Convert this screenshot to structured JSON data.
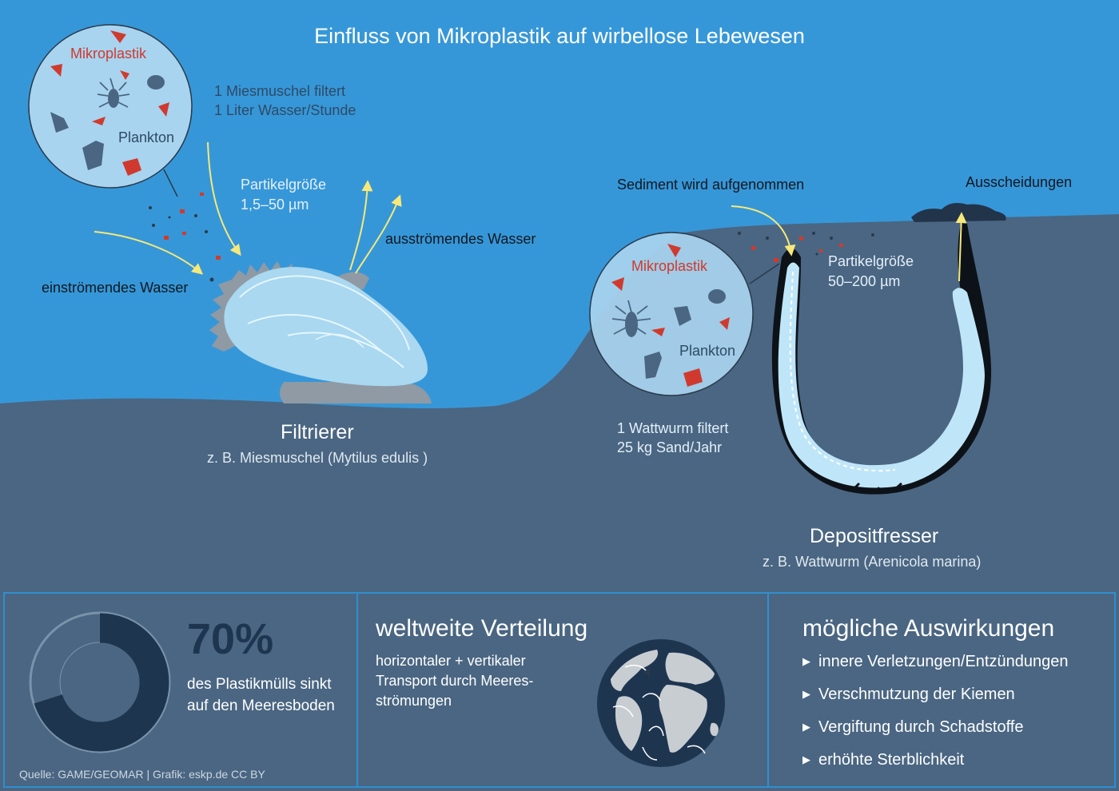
{
  "title": "Einfluss von Mikroplastik auf wirbellose Lebewesen",
  "filter_feeder": {
    "lens_microplastic": "Mikroplastik",
    "lens_plankton": "Plankton",
    "fact_line1": "1 Miesmuschel filtert",
    "fact_line2": "1 Liter Wasser/Stunde",
    "particle_label": "Partikelgröße",
    "particle_size": "1,5–50 µm",
    "inflow": "einströmendes Wasser",
    "outflow": "ausströmendes Wasser",
    "name": "Filtrierer",
    "example": "z. B. Miesmuschel (Mytilus edulis )"
  },
  "deposit_feeder": {
    "sediment": "Sediment wird aufgenommen",
    "excretion": "Ausscheidungen",
    "lens_microplastic": "Mikroplastik",
    "lens_plankton": "Plankton",
    "particle_label": "Partikelgröße",
    "particle_size": "50–200 µm",
    "fact_line1": "1 Wattwurm filtert",
    "fact_line2": "25 kg Sand/Jahr",
    "name": "Depositfresser",
    "example": "z. B. Wattwurm (Arenicola marina)"
  },
  "panels": {
    "sink": {
      "percent_label": "70%",
      "percent_value": 70,
      "text_line1": "des Plastikmülls sinkt",
      "text_line2": "auf den Meeresboden"
    },
    "distribution": {
      "title": "weltweite Verteilung",
      "line1": "horizontaler + vertikaler",
      "line2": "Transport durch Meeres-",
      "line3": "strömungen"
    },
    "effects": {
      "title": "mögliche Auswirkungen",
      "items": [
        "innere Verletzungen/Entzündungen",
        "Verschmutzung der Kiemen",
        "Vergiftung durch Schadstoffe",
        "erhöhte Sterblichkeit"
      ]
    }
  },
  "source": "Quelle: GAME/GEOMAR | Grafik: eskp.de CC BY",
  "colors": {
    "water": "#3697d8",
    "seafloor": "#4a6682",
    "accent_red": "#d03a2e",
    "arrow_yellow": "#f7e87a",
    "donut_dark": "#1e3550"
  }
}
